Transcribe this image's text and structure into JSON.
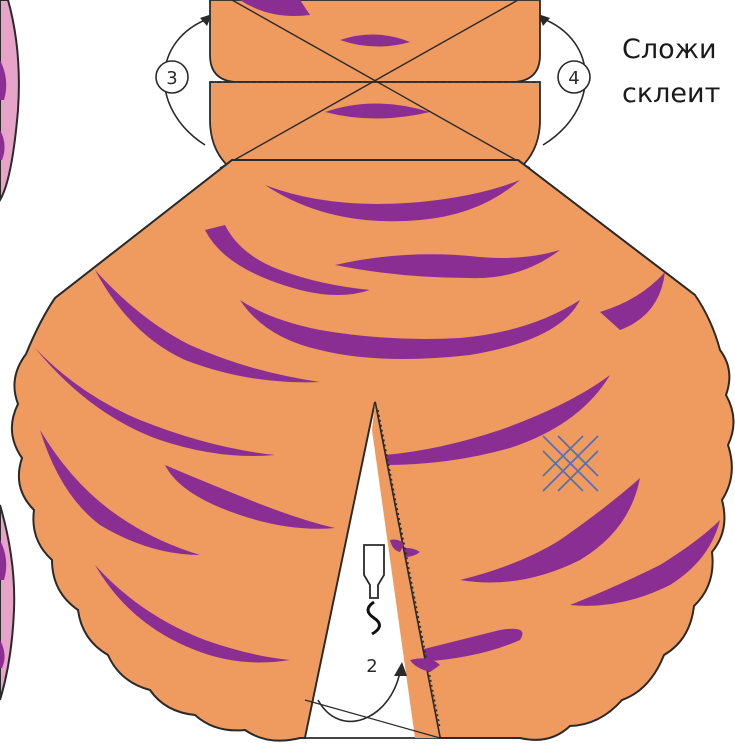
{
  "instruction": {
    "line1": "Сложи",
    "line2": "склеит"
  },
  "step_labels": {
    "step2": "2",
    "step3": "3",
    "step4": "4"
  },
  "colors": {
    "body": "#ef9a5e",
    "stripe": "#8a2e93",
    "outline": "#2a2a2a",
    "glue_mark": "#4a6fc4",
    "side_panel": "#e7a3c8",
    "background": "#ffffff"
  },
  "icons": {
    "glue_area": "cross-hatch-icon",
    "glue_tool": "glue-pen-icon"
  }
}
